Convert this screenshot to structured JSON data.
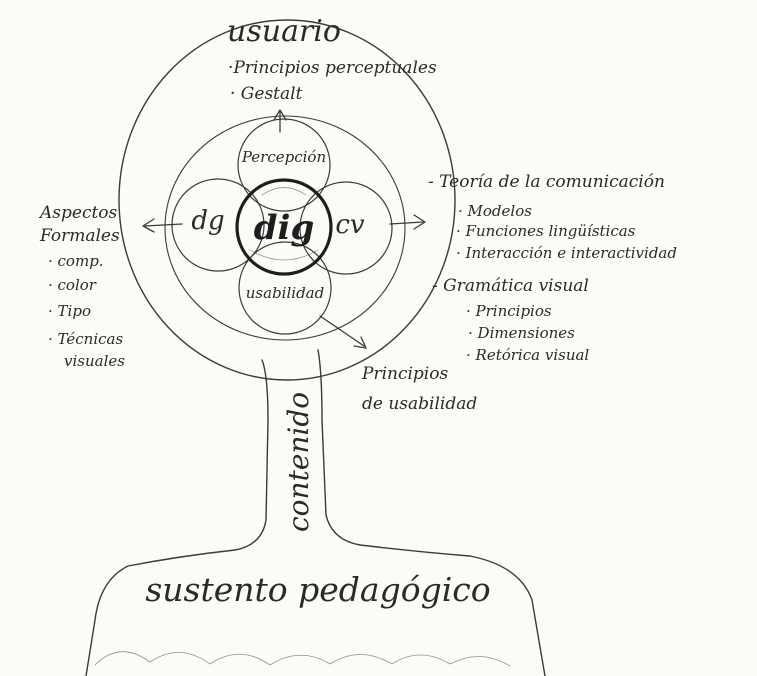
{
  "labels": {
    "usuario": "usuario",
    "principios_perceptuales": "·Principios perceptuales",
    "gestalt": "· Gestalt",
    "percepcion": "Percepción",
    "dg": "dg",
    "dig": "dig",
    "cv": "cv",
    "usabilidad": "usabilidad",
    "contenido": "contenido",
    "sustento": "sustento pedagógico",
    "principios_usabilidad_1": "Principios",
    "principios_usabilidad_2": "de usabilidad"
  },
  "aspectos_formales": {
    "title_1": "Aspectos",
    "title_2": "Formales",
    "items": [
      "· comp.",
      "· color",
      "· Tipo",
      "· Técnicas",
      "visuales"
    ]
  },
  "teoria": {
    "title": "- Teoría de la comunicación",
    "items": [
      "· Modelos",
      "· Funciones lingüísticas",
      "· Interacción e interactividad"
    ]
  },
  "gramatica": {
    "title": "- Gramática visual",
    "items": [
      "· Principios",
      "· Dimensiones",
      "· Retórica visual"
    ]
  },
  "colors": {
    "ink": "#2a2a2a",
    "pencil": "#3a3a3a",
    "paper": "#fbfbf8"
  }
}
